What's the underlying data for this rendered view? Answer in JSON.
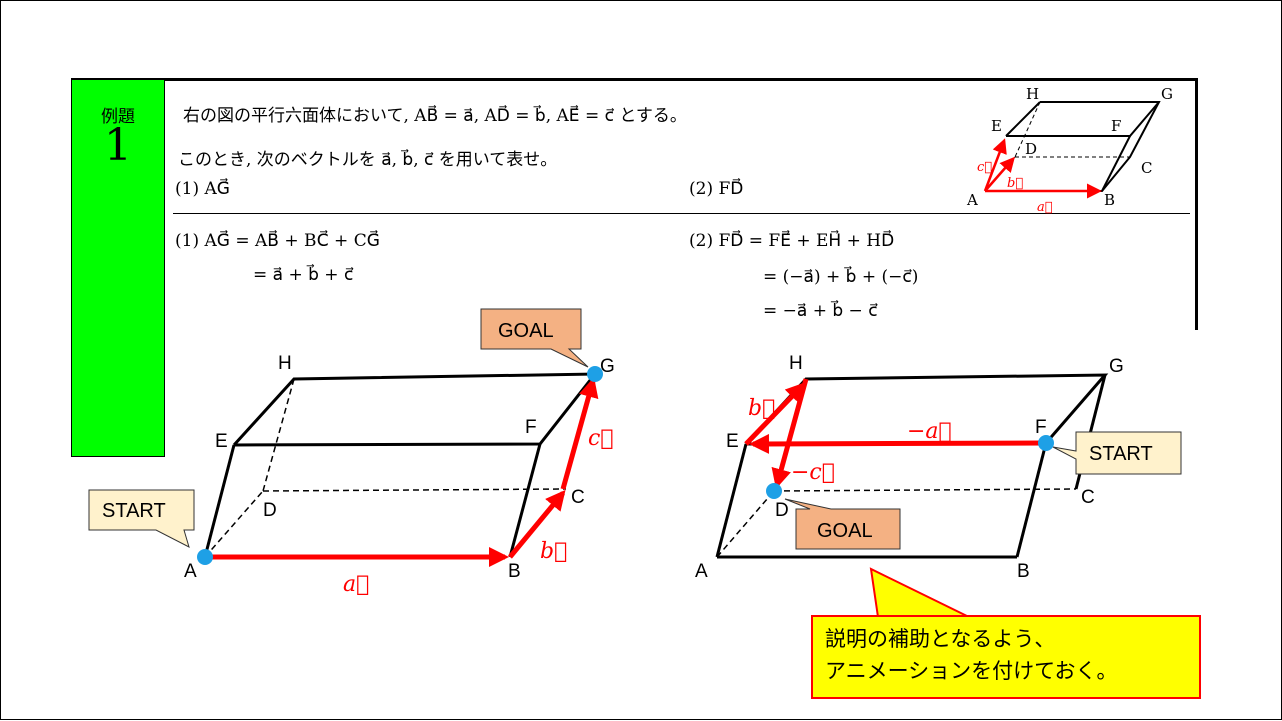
{
  "example": {
    "label": "例題",
    "number": "1"
  },
  "problem": {
    "line1": "右の図の平行六面体において, AB⃗ = a⃗, AD⃗ = b⃗, AE⃗ = c⃗ とする。",
    "line2": "このとき, 次のベクトルを a⃗, b⃗, c⃗ を用いて表せ。",
    "q1": "(1)  AG⃗",
    "q2": "(2)  FD⃗"
  },
  "solution": {
    "s1_line1": "(1)  AG⃗ = AB⃗ + BC⃗ + CG⃗",
    "s1_line2": "= a⃗ + b⃗ + c⃗",
    "s2_line1": "(2)  FD⃗ = FE⃗ + EH⃗ + HD⃗",
    "s2_line2": "= (−a⃗) + b⃗ + (−c⃗)",
    "s2_line3": "= −a⃗ + b⃗ − c⃗"
  },
  "small_figure": {
    "vertices": [
      "A",
      "B",
      "C",
      "D",
      "E",
      "F",
      "G",
      "H"
    ],
    "vectors": [
      "c⃗",
      "b⃗",
      "a⃗"
    ]
  },
  "figure1": {
    "vertices": [
      "A",
      "B",
      "C",
      "D",
      "E",
      "F",
      "G",
      "H"
    ],
    "vectors": [
      "a⃗",
      "b⃗",
      "c⃗"
    ],
    "start": "START",
    "goal": "GOAL"
  },
  "figure2": {
    "vertices": [
      "A",
      "B",
      "C",
      "D",
      "E",
      "F",
      "G",
      "H"
    ],
    "vectors": [
      "−a⃗",
      "b⃗",
      "−c⃗"
    ],
    "start": "START",
    "goal": "GOAL"
  },
  "note": {
    "line1": "説明の補助となるよう、",
    "line2": "アニメーションを付けておく。"
  },
  "colors": {
    "green": "#00ff00",
    "arrow": "#ff0000",
    "dot": "#1ea0e6",
    "start_callout": "#fff2cc",
    "goal_callout": "#f4b183",
    "note_bg": "#ffff00"
  }
}
